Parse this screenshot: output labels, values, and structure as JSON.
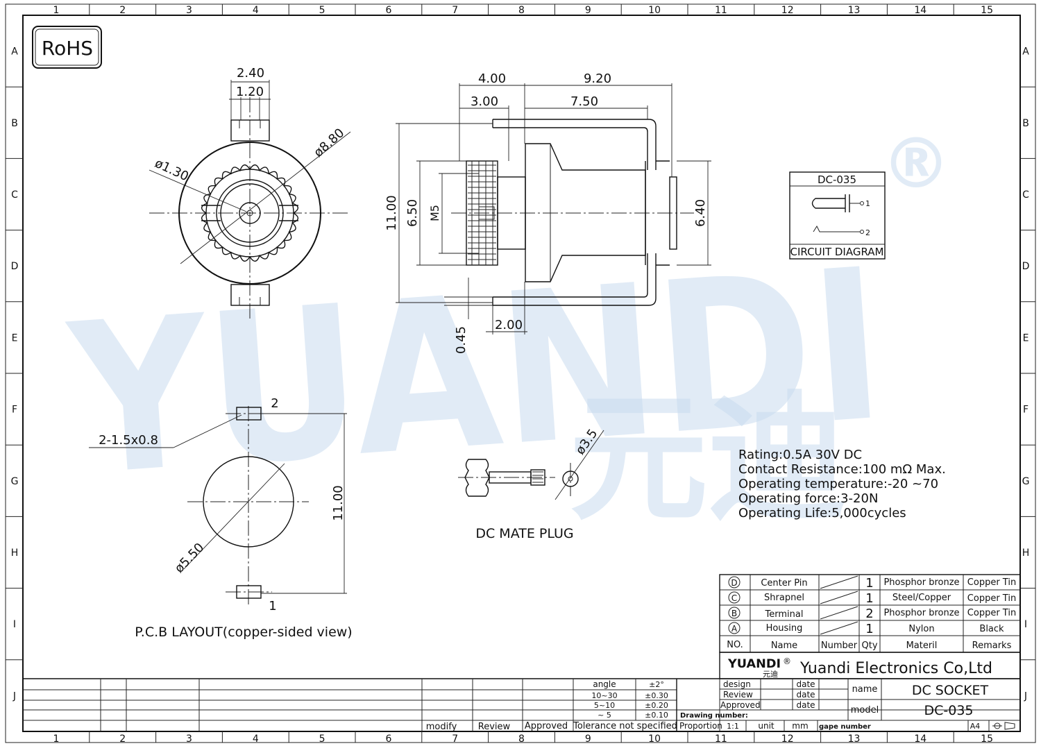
{
  "grid": {
    "columns": [
      "1",
      "2",
      "3",
      "4",
      "5",
      "6",
      "7",
      "8",
      "9",
      "10",
      "11",
      "12",
      "13",
      "14",
      "15"
    ],
    "rows": [
      "A",
      "B",
      "C",
      "D",
      "E",
      "F",
      "G",
      "H",
      "I",
      "J"
    ]
  },
  "rohs": "RoHS",
  "watermark": {
    "brand": "YUANDI",
    "registered": "®",
    "chinese": "元迪"
  },
  "front_view": {
    "d1": "2.40",
    "d2": "1.20",
    "d3": "ø8.80",
    "d4": "ø1.30"
  },
  "side_view": {
    "d_400": "4.00",
    "d_920": "9.20",
    "d_300": "3.00",
    "d_750": "7.50",
    "d_1100": "11.00",
    "d_650": "6.50",
    "d_m5": "M5",
    "d_640": "6.40",
    "d_200": "2.00",
    "d_045": "0.45"
  },
  "circuit": {
    "title": "DC-035",
    "pin1": "1",
    "pin2": "2",
    "caption": "CIRCUIT DIAGRAM"
  },
  "pcb": {
    "pad_label": "2-1.5x0.8",
    "pin2": "2",
    "pin1": "1",
    "d_1100": "11.00",
    "d_550": "ø5.50",
    "caption": "P.C.B LAYOUT(copper-sided view)"
  },
  "plug": {
    "d_35": "ø3.5",
    "caption": "DC MATE PLUG"
  },
  "specs": [
    "Rating:0.5A  30V DC",
    "Contact  Resistance:100  mΩ  Max.",
    "Operating  temperature:-20   ~70",
    "Operating  force:3-20N",
    "Operating  Life:5,000cycles"
  ],
  "bom": {
    "rows": [
      {
        "no": "D",
        "name": "Center Pin",
        "qty": "1",
        "material": "Phosphor bronze",
        "remarks": "Copper Tin"
      },
      {
        "no": "C",
        "name": "Shrapnel",
        "qty": "1",
        "material": "Steel/Copper",
        "remarks": "Copper Tin"
      },
      {
        "no": "B",
        "name": "Terminal",
        "qty": "2",
        "material": "Phosphor bronze",
        "remarks": "Copper Tin"
      },
      {
        "no": "A",
        "name": "Housing",
        "qty": "1",
        "material": "Nylon",
        "remarks": "Black"
      }
    ],
    "header": {
      "no": "NO.",
      "name": "Name",
      "number": "Number",
      "qty": "Qty",
      "material": "Materil",
      "remarks": "Remarks"
    }
  },
  "title_block": {
    "logo": "YUANDI",
    "logo_reg": "®",
    "logo_cn": "元迪",
    "company": "Yuandi Electronics Co,Ltd",
    "design": "design",
    "review": "Review",
    "approved": "Approved",
    "date": "date",
    "name_label": "name",
    "name_value": "DC SOCKET",
    "model_label": "model",
    "model_value": "DC-035",
    "drawing_number": "Drawing number:",
    "proportion": "Proportion",
    "ratio": "1:1",
    "unit": "unit",
    "mm": "mm",
    "gape_number": "gape number",
    "paper": "A4",
    "modify": "modify",
    "review_col": "Review",
    "approved_col": "Approved",
    "tolerance": "Tolerance  not  specified",
    "tol_rows": [
      {
        "range": "angle",
        "value": "±2°"
      },
      {
        "range": "10~30",
        "value": "±0.30"
      },
      {
        "range": "5~10",
        "value": "±0.20"
      },
      {
        "range": "~ 5",
        "value": "±0.10"
      }
    ]
  }
}
